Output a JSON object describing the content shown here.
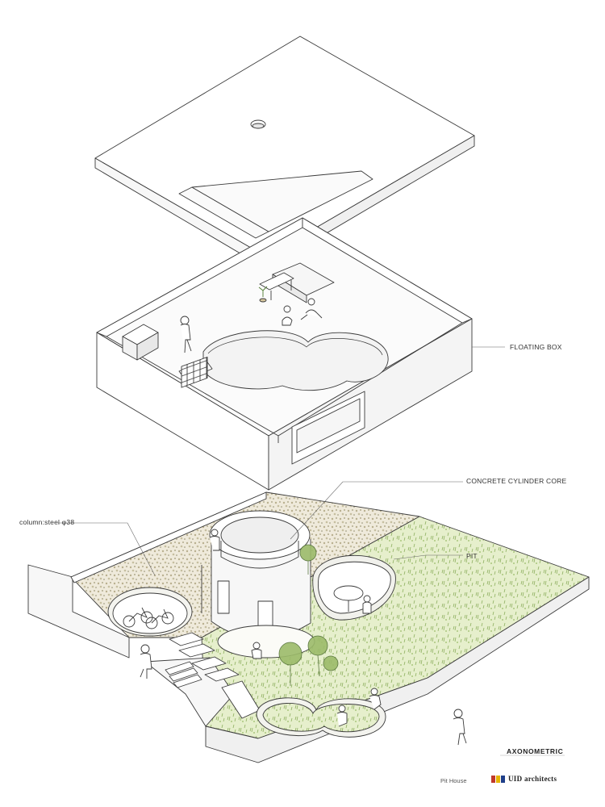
{
  "labels": {
    "floating_box": "FLOATING BOX",
    "concrete_core": "CONCRETE CYLINDER CORE",
    "column": "column:steel φ38",
    "pit": "PIT",
    "view": "AXONOMETRIC",
    "project": "Pit House"
  },
  "logo": {
    "text": "UID architects",
    "mark_colors": [
      "#c0392b",
      "#e6b400",
      "#1f3f8a"
    ]
  },
  "colors": {
    "line": "#3a3a3a",
    "grass": "#e3ecc8",
    "gravel": "#d9d3bc",
    "wall": "#ffffff",
    "accent_red": "#c0392b"
  }
}
